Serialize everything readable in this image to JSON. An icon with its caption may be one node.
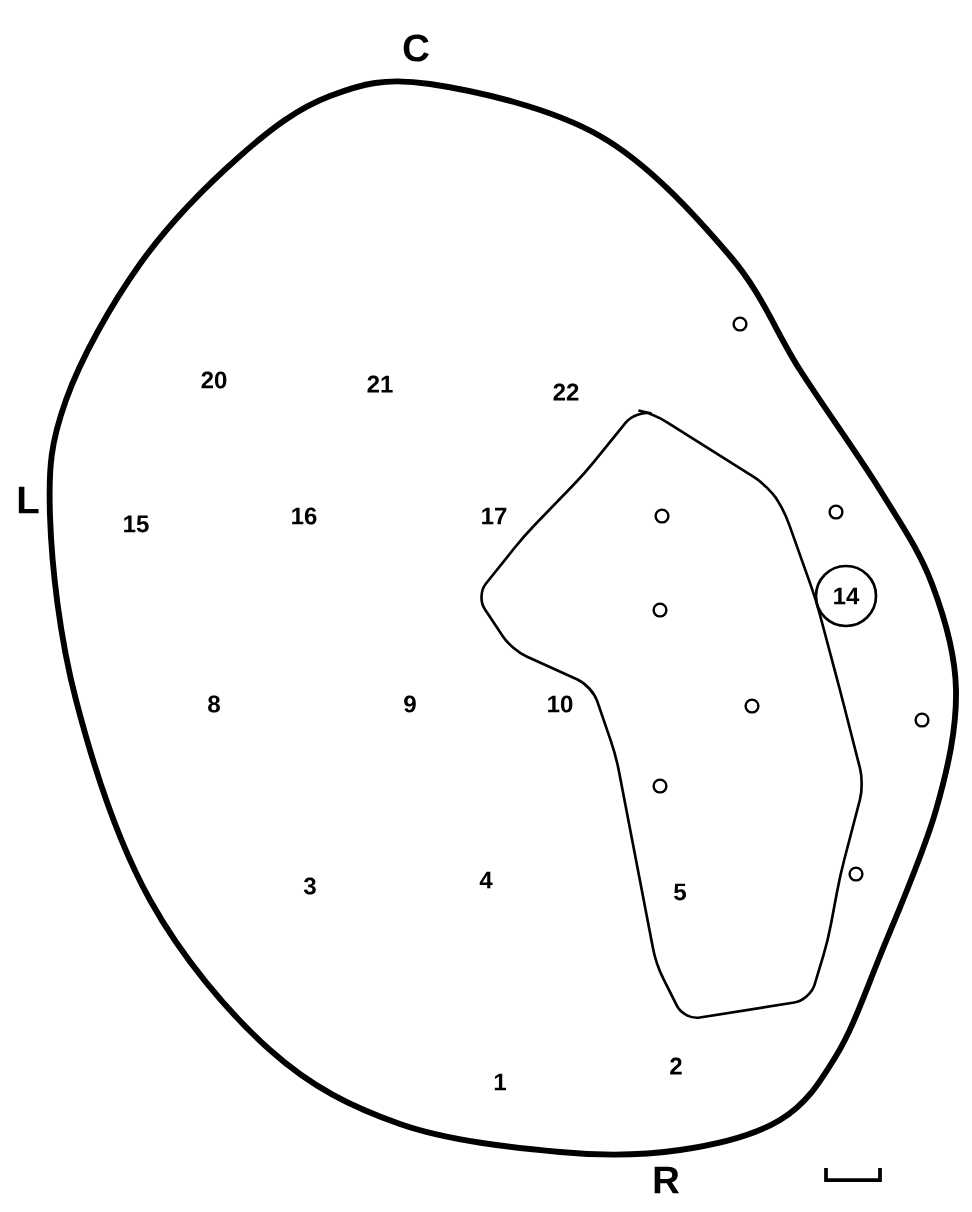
{
  "diagram": {
    "nodes": [
      {
        "text": [
          "14"
        ]
      }
    ],
    "labels": [
      "C",
      "20",
      "21",
      "22",
      "L",
      "15",
      "16",
      "17",
      "8",
      "9",
      "10",
      "3",
      "4",
      "5",
      "1",
      "2",
      "R"
    ]
  }
}
